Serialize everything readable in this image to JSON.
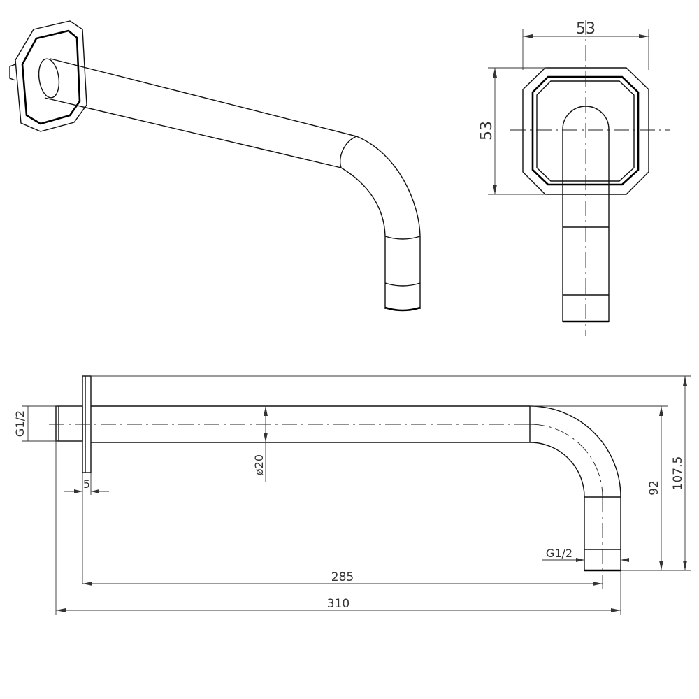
{
  "dimensions": {
    "front_width": "53",
    "front_height": "53",
    "thread_inlet": "G1/2",
    "pipe_diameter": "ø20",
    "flange_thickness": "5",
    "drop_height": "92",
    "total_height": "107.5",
    "thread_outlet": "G1/2",
    "reach_from_flange": "285",
    "overall_length": "310"
  },
  "colors": {
    "line": "#111111",
    "dimension": "#333333",
    "background": "#ffffff"
  }
}
